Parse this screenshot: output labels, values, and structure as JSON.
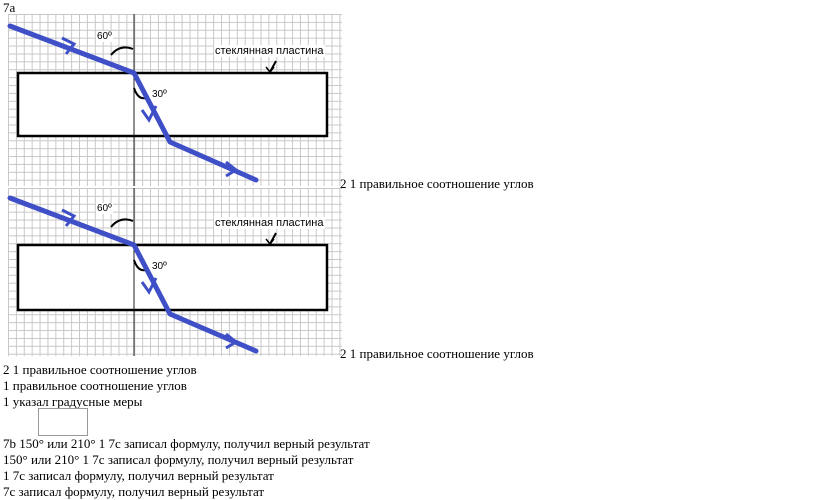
{
  "header": {
    "label": "7a"
  },
  "diagram1": {
    "angle_top": "60º",
    "angle_bottom": "30º",
    "plate_label": "стеклянная пластина"
  },
  "diagram2": {
    "angle_top": "60º",
    "angle_bottom": "30º",
    "plate_label": "стеклянная пластина"
  },
  "side_notes": {
    "note1": " 2  1 правильное соотношение углов",
    "note2": " 2  1 правильное соотношение углов"
  },
  "body_lines": [
    "2  1 правильное соотношение углов",
    "1 правильное соотношение углов",
    "1 указал градусные меры"
  ],
  "answer_lines": [
    "7b   150° или 210°   1      7c  записал формулу, получил верный результат",
    " 150° или 210°   1      7c  записал формулу, получил верный результат",
    "1      7c  записал формулу, получил верный результат",
    "    7c  записал формулу, получил верный результат"
  ],
  "colors": {
    "ray": "#3f4fc7",
    "grid": "#c8c8c8"
  }
}
